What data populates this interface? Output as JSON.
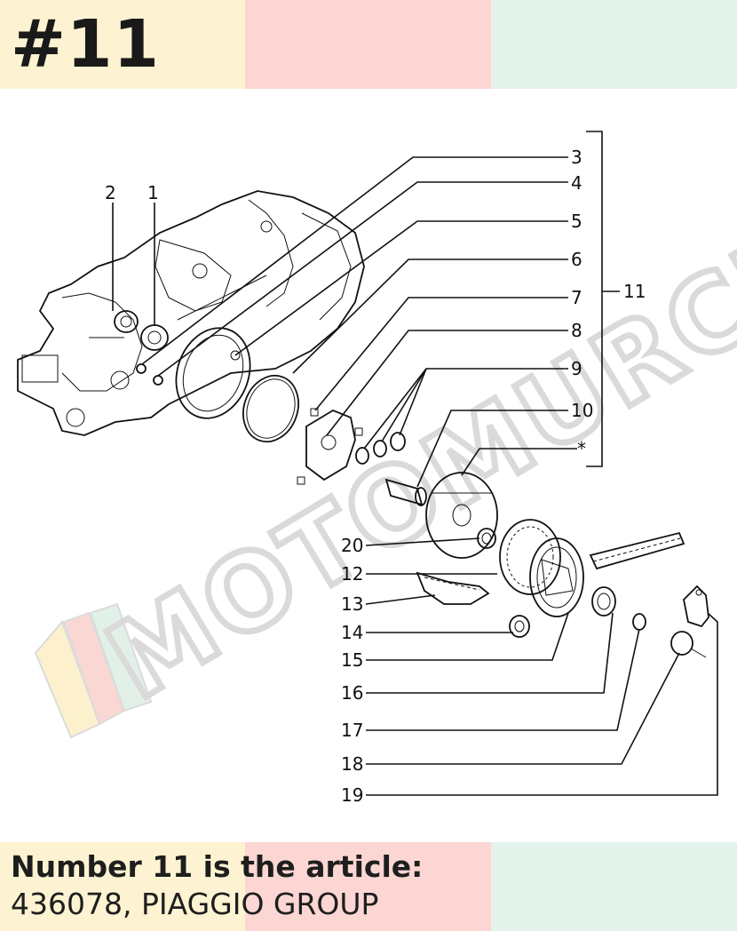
{
  "header": {
    "title": "#11",
    "band_colors": [
      "#fdf3d2",
      "#fbd6d3",
      "#e3f2ea"
    ]
  },
  "diagram": {
    "callouts": [
      "1",
      "2",
      "3",
      "4",
      "5",
      "6",
      "7",
      "8",
      "9",
      "10",
      "11",
      "12",
      "13",
      "14",
      "15",
      "16",
      "17",
      "18",
      "19",
      "20"
    ],
    "asterisk": "*",
    "watermark": "MOTOMURCIA",
    "watermark_stripes": [
      "#fdf0c8",
      "#fbd3cf",
      "#dff0e6"
    ]
  },
  "footer": {
    "line1": "Number 11 is the article:",
    "line2": "436078, PIAGGIO GROUP",
    "band_colors": [
      "#fdf3d2",
      "#fbd6d3",
      "#e3f2ea"
    ]
  }
}
